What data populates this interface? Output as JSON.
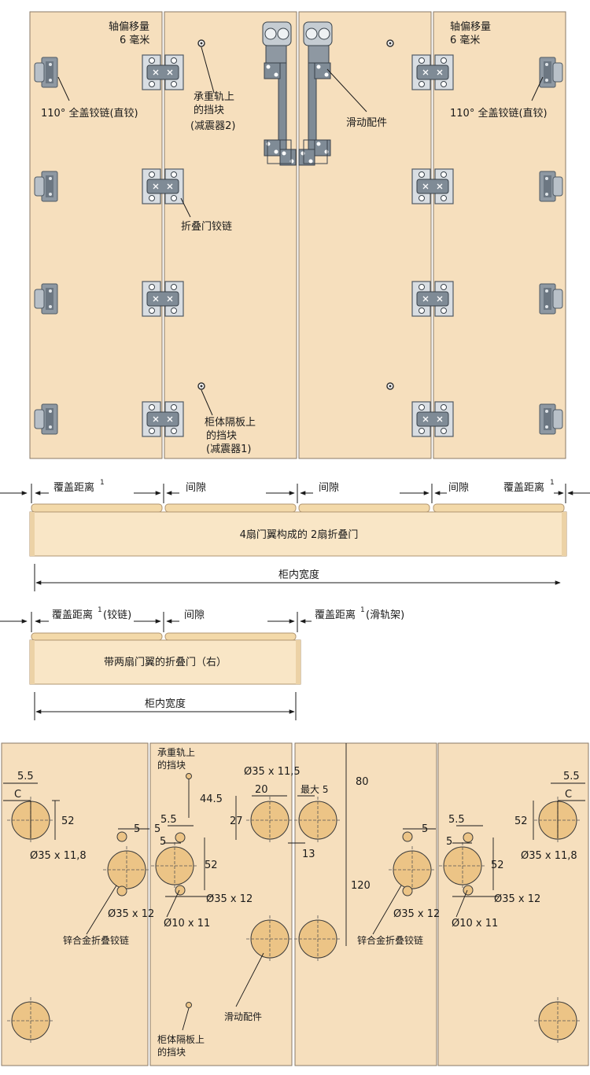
{
  "colors": {
    "panel": "#f6dfbd",
    "panel_edge": "#8a7a66",
    "hole": "#ecc486",
    "hole_edge": "#3a3a3a",
    "hardware": "#7f8b96",
    "hardware_dark": "#4f5a64",
    "line": "#1a1a1a"
  },
  "top_diagram": {
    "label_axis_offset_left": [
      "轴偏移量",
      "6 毫米"
    ],
    "label_axis_offset_right": [
      "轴偏移量",
      "6 毫米"
    ],
    "label_hinge_left": "110° 全盖铰链(直铰)",
    "label_hinge_right": "110° 全盖铰链(直铰)",
    "label_stop_rail": [
      "承重轨上",
      "的挡块",
      "(减震器2)"
    ],
    "label_slide_fitting": "滑动配件",
    "label_fold_hinge": "折叠门铰链",
    "label_stop_shelf": [
      "柜体隔板上",
      "的挡块",
      "(减震器1)"
    ]
  },
  "plan_four": {
    "overlay_left": "覆盖距离",
    "overlay_right": "覆盖距离",
    "superscript": "1",
    "gaps": [
      "间隙",
      "间隙",
      "间隙"
    ],
    "door_title": "4扇门翼构成的 2扇折叠门",
    "inner_width": "柜内宽度"
  },
  "plan_two": {
    "overlay_hinge": "覆盖距离",
    "overlay_hinge_suffix": "(铰链)",
    "gap": "间隙",
    "overlay_rail": "覆盖距离",
    "overlay_rail_suffix": "(滑轨架)",
    "superscript": "1",
    "door_title": "带两扇门翼的折叠门（右）",
    "inner_width": "柜内宽度"
  },
  "drilling": {
    "left_C": "C",
    "left_55": "5.5",
    "left_52": "52",
    "left_cup": "Ø35 x 11,8",
    "right_C": "C",
    "right_55": "5.5",
    "right_52": "52",
    "right_cup": "Ø35 x 11,8",
    "fold_left_5": "5",
    "fold_left_cup": "Ø35 x 12",
    "fold_left_label": "锌合金折叠铰链",
    "fold_mid_5a": "5",
    "fold_mid_55": "5.5",
    "fold_mid_5b": "5",
    "fold_mid_52": "52",
    "fold_mid_cup": "Ø35 x 12",
    "fold_mid_small": "Ø10 x 11",
    "stop_rail_label": [
      "承重轨上",
      "的挡块"
    ],
    "dim_445": "44.5",
    "dim_27": "27",
    "dim_20": "20",
    "slide_cup": "Ø35 x 11,5",
    "max5": "最大 5",
    "dim_13": "13",
    "dim_80": "80",
    "dim_120": "120",
    "slide_label": "滑动配件",
    "stop_shelf_label": [
      "柜体隔板上",
      "的挡块"
    ],
    "fold_right_5": "5",
    "fold_right_cup": "Ø35 x 12",
    "fold_right_label": "锌合金折叠铰链",
    "fold_r2_55": "5.5",
    "fold_r2_5": "5",
    "fold_r2_52": "52",
    "fold_r2_cup": "Ø35 x 12",
    "fold_r2_small": "Ø10 x 11"
  }
}
